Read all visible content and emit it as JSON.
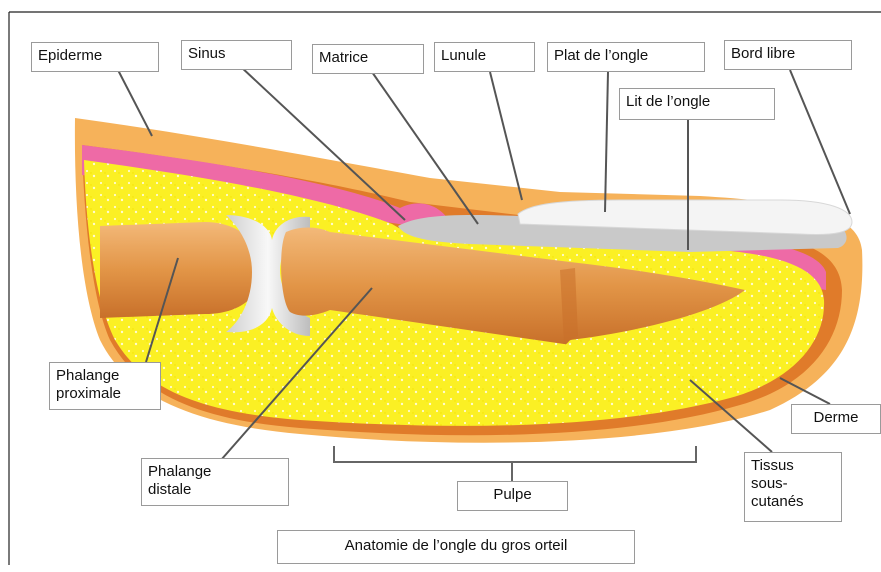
{
  "colors": {
    "epidermis": "#f6b25a",
    "dermis": "#e07b2a",
    "matrix": "#ee6aa6",
    "pulp": "#fbf024",
    "nail_plate": "#f2f2f2",
    "nail_bed": "#c9c9c9",
    "bone": "#e49a4c",
    "leader": "#555555"
  },
  "labels": {
    "epiderme": "Epiderme",
    "sinus": "Sinus",
    "matrice": "Matrice",
    "lunule": "Lunule",
    "plat": "Plat de l’ongle",
    "bord": "Bord libre",
    "lit": "Lit de l’ongle",
    "phalange_proximale": "Phalange\nproximale",
    "phalange_distale": "Phalange\ndistale",
    "pulpe": "Pulpe",
    "derme": "Derme",
    "tissus": "Tissus\nsous-\ncutanés",
    "caption": "Anatomie de l’ongle du gros orteil"
  }
}
